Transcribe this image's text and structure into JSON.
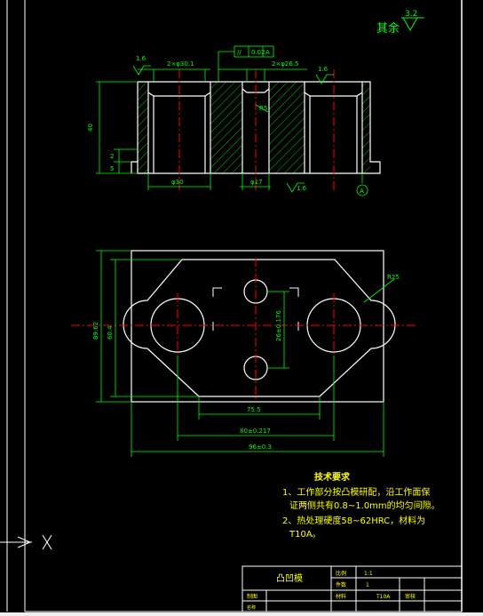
{
  "surface_finish": {
    "label": "其余",
    "value": "3.2"
  },
  "section_view": {
    "datum_label": "A",
    "feature_control": {
      "symbol": "//",
      "tolerance": "0.02",
      "datum": "A"
    },
    "dim_top_left": "2×φ30.1",
    "dim_top_mid": "2×φ26.5",
    "roughness_left": "1.6",
    "roughness_right": "1.6",
    "roughness_bottom": "1.6",
    "dim_height": "40",
    "dim_step": "2",
    "dim_small": "5",
    "dim_bore_left": "φ30",
    "dim_bore_mid": "φ17",
    "angle": "R5"
  },
  "plan_view": {
    "radius_label": "R25",
    "dim_width_outer": "96±0.3",
    "dim_center_distance": "80±0.217",
    "dim_inner": "75.5",
    "dim_height_outer": "89.62",
    "dim_height_inner": "60.4",
    "dim_vertical": "26±0.176"
  },
  "notes": {
    "title": "技术要求",
    "line1": "1、工作部分按凸模研配，沿工作面保",
    "line2": "证两侧共有0.8~1.0mm的均匀间隙。",
    "line3": "2、热处理硬度58~62HRC，材料为",
    "line4": "T10A。"
  },
  "title_block": {
    "part_name": "凸凹模",
    "label_scale": "比例",
    "value_scale": "1:1",
    "label_qty": "件数",
    "value_qty": "1",
    "label_material": "材料",
    "value_material": "T10A",
    "label_drawn": "制图",
    "label_check": "审核",
    "label_name": "名称"
  },
  "ucs_label": "X",
  "colors": {
    "background": "#000000",
    "border": "#ffffff",
    "geometry": "#ffffff",
    "dimension": "#00ff00",
    "centerline": "#ff0000",
    "annotation": "#ffff00",
    "datum": "#00ffff"
  }
}
